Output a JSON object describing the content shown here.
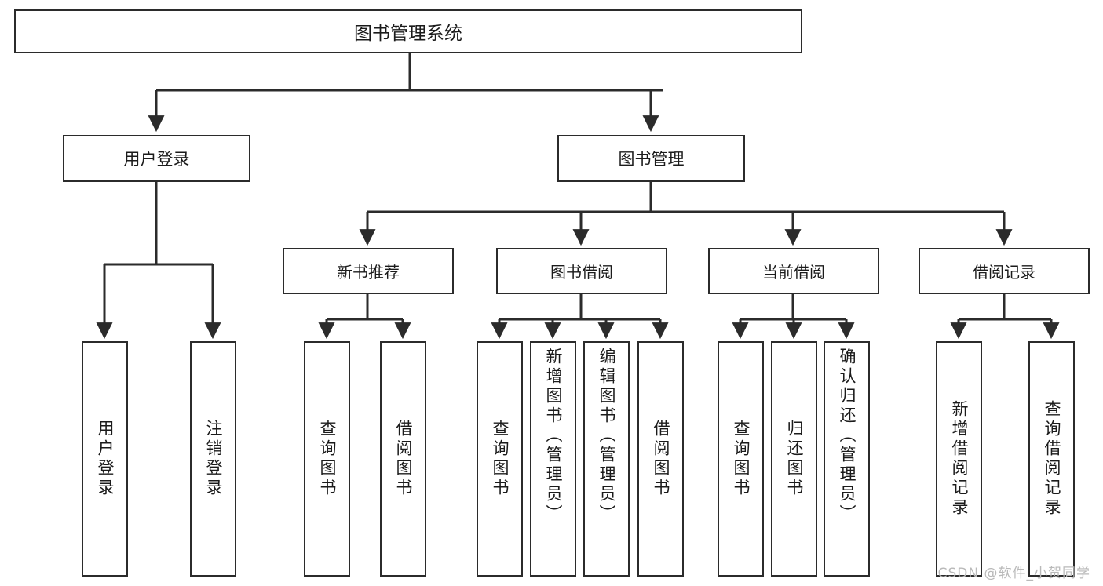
{
  "diagram": {
    "title": "图书管理系统",
    "watermark": "CSDN @软件_小贺同学",
    "line_color": "#2b2b2b",
    "box_fill": "#ffffff",
    "text_color": "#1b1b1b",
    "watermark_color": "#b9b9b9"
  },
  "nodes": {
    "root": {
      "label": "图书管理系统"
    },
    "level2": [
      {
        "label": "用户登录"
      },
      {
        "label": "图书管理"
      }
    ],
    "level3": [
      {
        "label": "新书推荐"
      },
      {
        "label": "图书借阅"
      },
      {
        "label": "当前借阅"
      },
      {
        "label": "借阅记录"
      }
    ],
    "leaves": {
      "user_login": [
        {
          "label": "用户登录"
        },
        {
          "label": "注销登录"
        }
      ],
      "new_book_recommend": [
        {
          "label": "查询图书"
        },
        {
          "label": "借阅图书"
        }
      ],
      "book_borrow": [
        {
          "label": "查询图书"
        },
        {
          "label": "新增图书（管理员）"
        },
        {
          "label": "编辑图书（管理员）"
        },
        {
          "label": "借阅图书"
        }
      ],
      "current_borrow": [
        {
          "label": "查询图书"
        },
        {
          "label": "归还图书"
        },
        {
          "label": "确认归还（管理员）"
        }
      ],
      "borrow_record": [
        {
          "label": "新增借阅记录"
        },
        {
          "label": "查询借阅记录"
        }
      ]
    }
  },
  "chart_data": {
    "type": "table",
    "title": "图书管理系统 功能结构图",
    "tree": {
      "name": "图书管理系统",
      "children": [
        {
          "name": "用户登录",
          "children": [
            {
              "name": "用户登录"
            },
            {
              "name": "注销登录"
            }
          ]
        },
        {
          "name": "图书管理",
          "children": [
            {
              "name": "新书推荐",
              "children": [
                {
                  "name": "查询图书"
                },
                {
                  "name": "借阅图书"
                }
              ]
            },
            {
              "name": "图书借阅",
              "children": [
                {
                  "name": "查询图书"
                },
                {
                  "name": "新增图书（管理员）"
                },
                {
                  "name": "编辑图书（管理员）"
                },
                {
                  "name": "借阅图书"
                }
              ]
            },
            {
              "name": "当前借阅",
              "children": [
                {
                  "name": "查询图书"
                },
                {
                  "name": "归还图书"
                },
                {
                  "name": "确认归还（管理员）"
                }
              ]
            },
            {
              "name": "借阅记录",
              "children": [
                {
                  "name": "新增借阅记录"
                },
                {
                  "name": "查询借阅记录"
                }
              ]
            }
          ]
        }
      ]
    }
  }
}
